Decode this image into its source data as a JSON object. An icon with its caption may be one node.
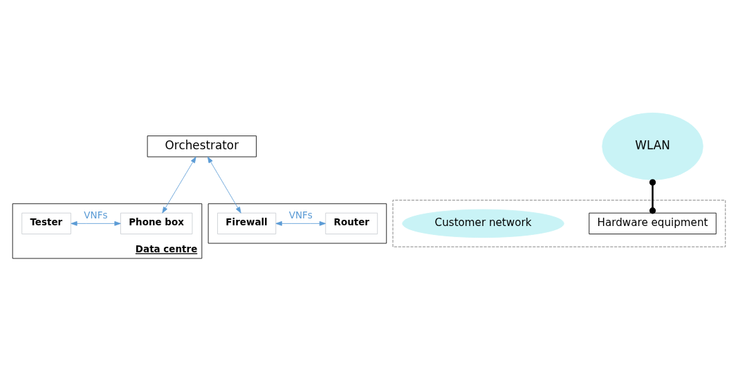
{
  "diagram": {
    "nodes": [
      {
        "text": [
          "Orchestrator"
        ]
      },
      {
        "text": [
          "Data centre"
        ]
      },
      {
        "text": [
          "Tester"
        ],
        "in": 1
      },
      {
        "text": [
          "Phone box"
        ],
        "in": 1
      },
      {
        "text": [],
        "shape": "box"
      },
      {
        "text": [
          "Firewall"
        ],
        "in": 4
      },
      {
        "text": [
          "Router"
        ],
        "in": 4
      },
      {
        "text": [],
        "shape": "box"
      },
      {
        "text": [
          "WLAN"
        ]
      },
      {
        "text": [
          "Hardware equipment"
        ],
        "in": 7
      },
      {
        "text": [
          "Customer network"
        ],
        "in": 7
      }
    ],
    "edges": [
      {
        "from": 0,
        "to": 3,
        "arrow": "both"
      },
      {
        "from": 0,
        "to": 5,
        "arrow": "both"
      },
      {
        "from": 2,
        "to": 3,
        "label": "VNFs",
        "arrow": "both"
      },
      {
        "from": 5,
        "to": 6,
        "label": "VNFs",
        "arrow": "both"
      },
      {
        "from": 8,
        "to": 9,
        "arrow": "other",
        "style": "thick",
        "color": "#000000"
      }
    ]
  }
}
